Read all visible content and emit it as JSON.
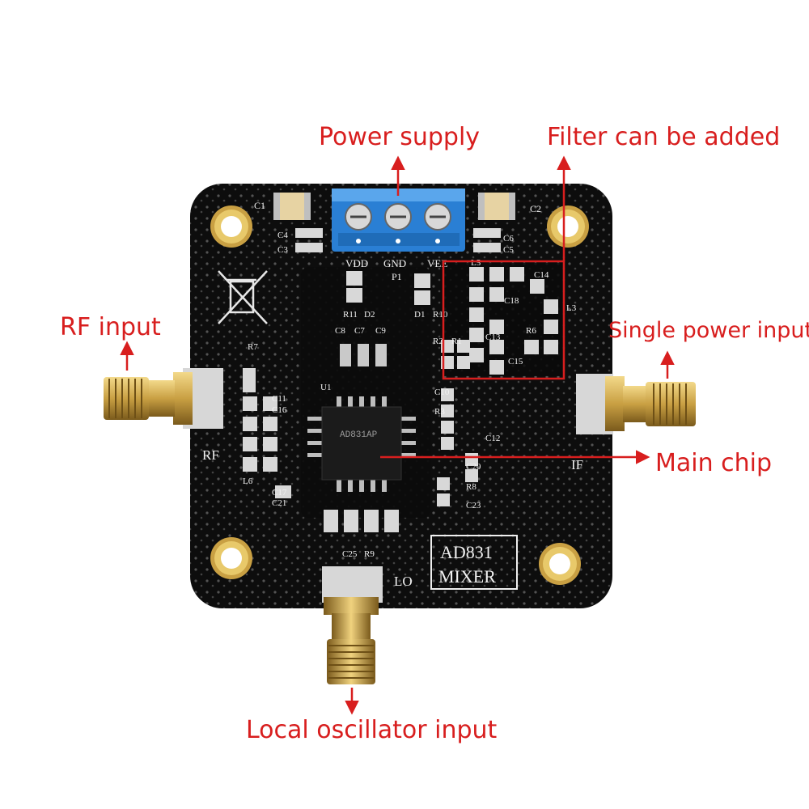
{
  "callouts": {
    "power_supply": "Power supply",
    "filter": "Filter can be added",
    "rf_input": "RF input",
    "single_power": "Single power input",
    "main_chip": "Main chip",
    "lo_input": "Local oscillator input"
  },
  "silkscreen": {
    "vdd": "VDD",
    "gnd": "GND",
    "vee": "VEE",
    "p1": "P1",
    "rf": "RF",
    "if": "IF",
    "lo": "LO",
    "model_line1": "AD831",
    "model_line2": "MIXER",
    "chip_marking": "AD831AP",
    "refs": [
      "C1",
      "C2",
      "C3",
      "C4",
      "C5",
      "C6",
      "C7",
      "C8",
      "C9",
      "C10",
      "C11",
      "C12",
      "C13",
      "C14",
      "C15",
      "C16",
      "C17",
      "C18",
      "C20",
      "C21",
      "C23",
      "C25",
      "R1",
      "R2",
      "R3",
      "R6",
      "R7",
      "R8",
      "R9",
      "R10",
      "R11",
      "D1",
      "D2",
      "L3",
      "L5",
      "L6",
      "U1"
    ]
  },
  "colors": {
    "annotation": "#d81e1e",
    "pcb": "#0d0d0d",
    "terminal_block": "#2a7fd4",
    "connector_gold": "#c9a043"
  },
  "icons": [
    "waste-bin-crossed-icon",
    "arrow-icon"
  ]
}
